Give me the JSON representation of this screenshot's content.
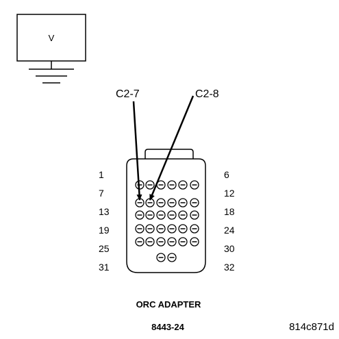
{
  "meter": {
    "symbol": "V"
  },
  "callouts": [
    {
      "label": "C2-7",
      "pin": 7
    },
    {
      "label": "C2-8",
      "pin": 8
    }
  ],
  "pin_numbers": {
    "left": [
      "1",
      "7",
      "13",
      "19",
      "25",
      "31"
    ],
    "right": [
      "6",
      "12",
      "18",
      "24",
      "30",
      "32"
    ]
  },
  "adapter": {
    "name": "ORC ADAPTER",
    "part_number": "8443-24"
  },
  "figure_id": "814c871d"
}
